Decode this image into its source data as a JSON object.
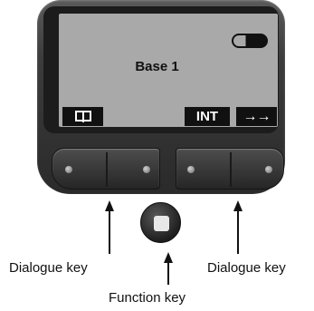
{
  "display": {
    "title": "Base 1",
    "softkeys": [
      {
        "name": "phonebook",
        "icon": "book-icon",
        "label": ""
      },
      {
        "name": "internal",
        "label": "INT"
      },
      {
        "name": "forward",
        "label": "→→"
      }
    ]
  },
  "labels": {
    "left_dialogue": "Dialogue key",
    "right_dialogue": "Dialogue key",
    "function": "Function key"
  },
  "colors": {
    "screen": "#a9a9a9",
    "body": "#3c3c3c",
    "softkey": "#111111"
  }
}
